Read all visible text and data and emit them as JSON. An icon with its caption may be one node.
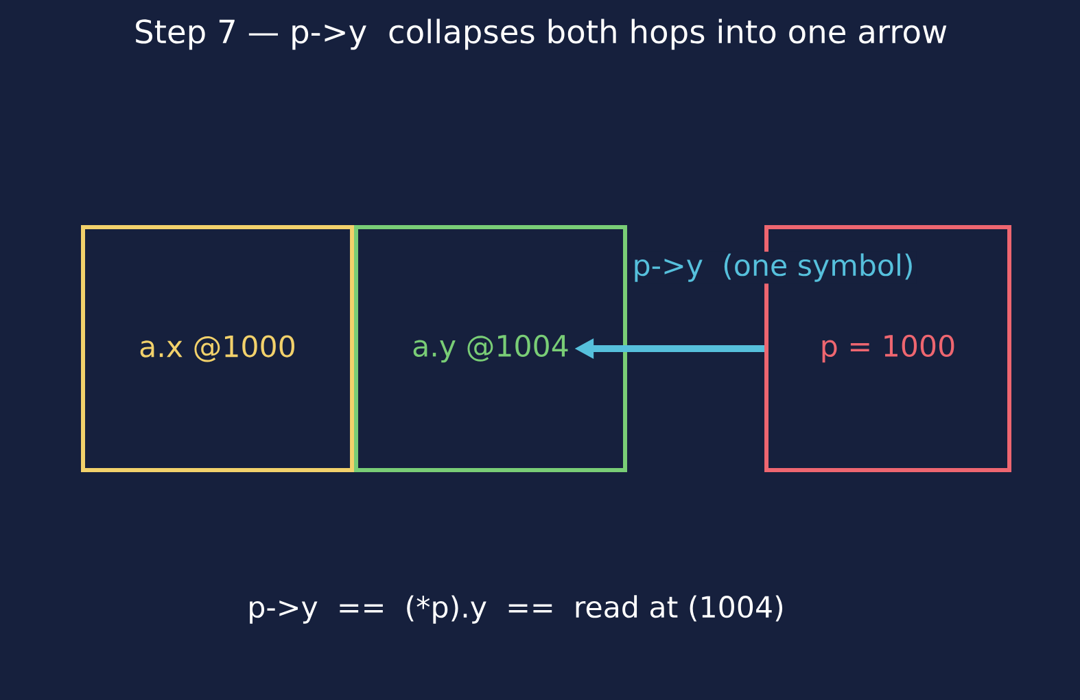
{
  "diagram": {
    "title": "Step 7 — p->y  collapses both hops into one arrow",
    "nodes": [
      {
        "text": [
          "a.x @1000"
        ]
      },
      {
        "text": [
          "a.y @1004"
        ]
      },
      {
        "text": [
          "p = 1000"
        ]
      }
    ],
    "edges": [
      {
        "from": 2,
        "to": 1,
        "arrow": "to",
        "label": "p->y  (one symbol)"
      }
    ],
    "labels": [
      "p->y  ==  (*p).y  ==  read at (1004)"
    ]
  }
}
